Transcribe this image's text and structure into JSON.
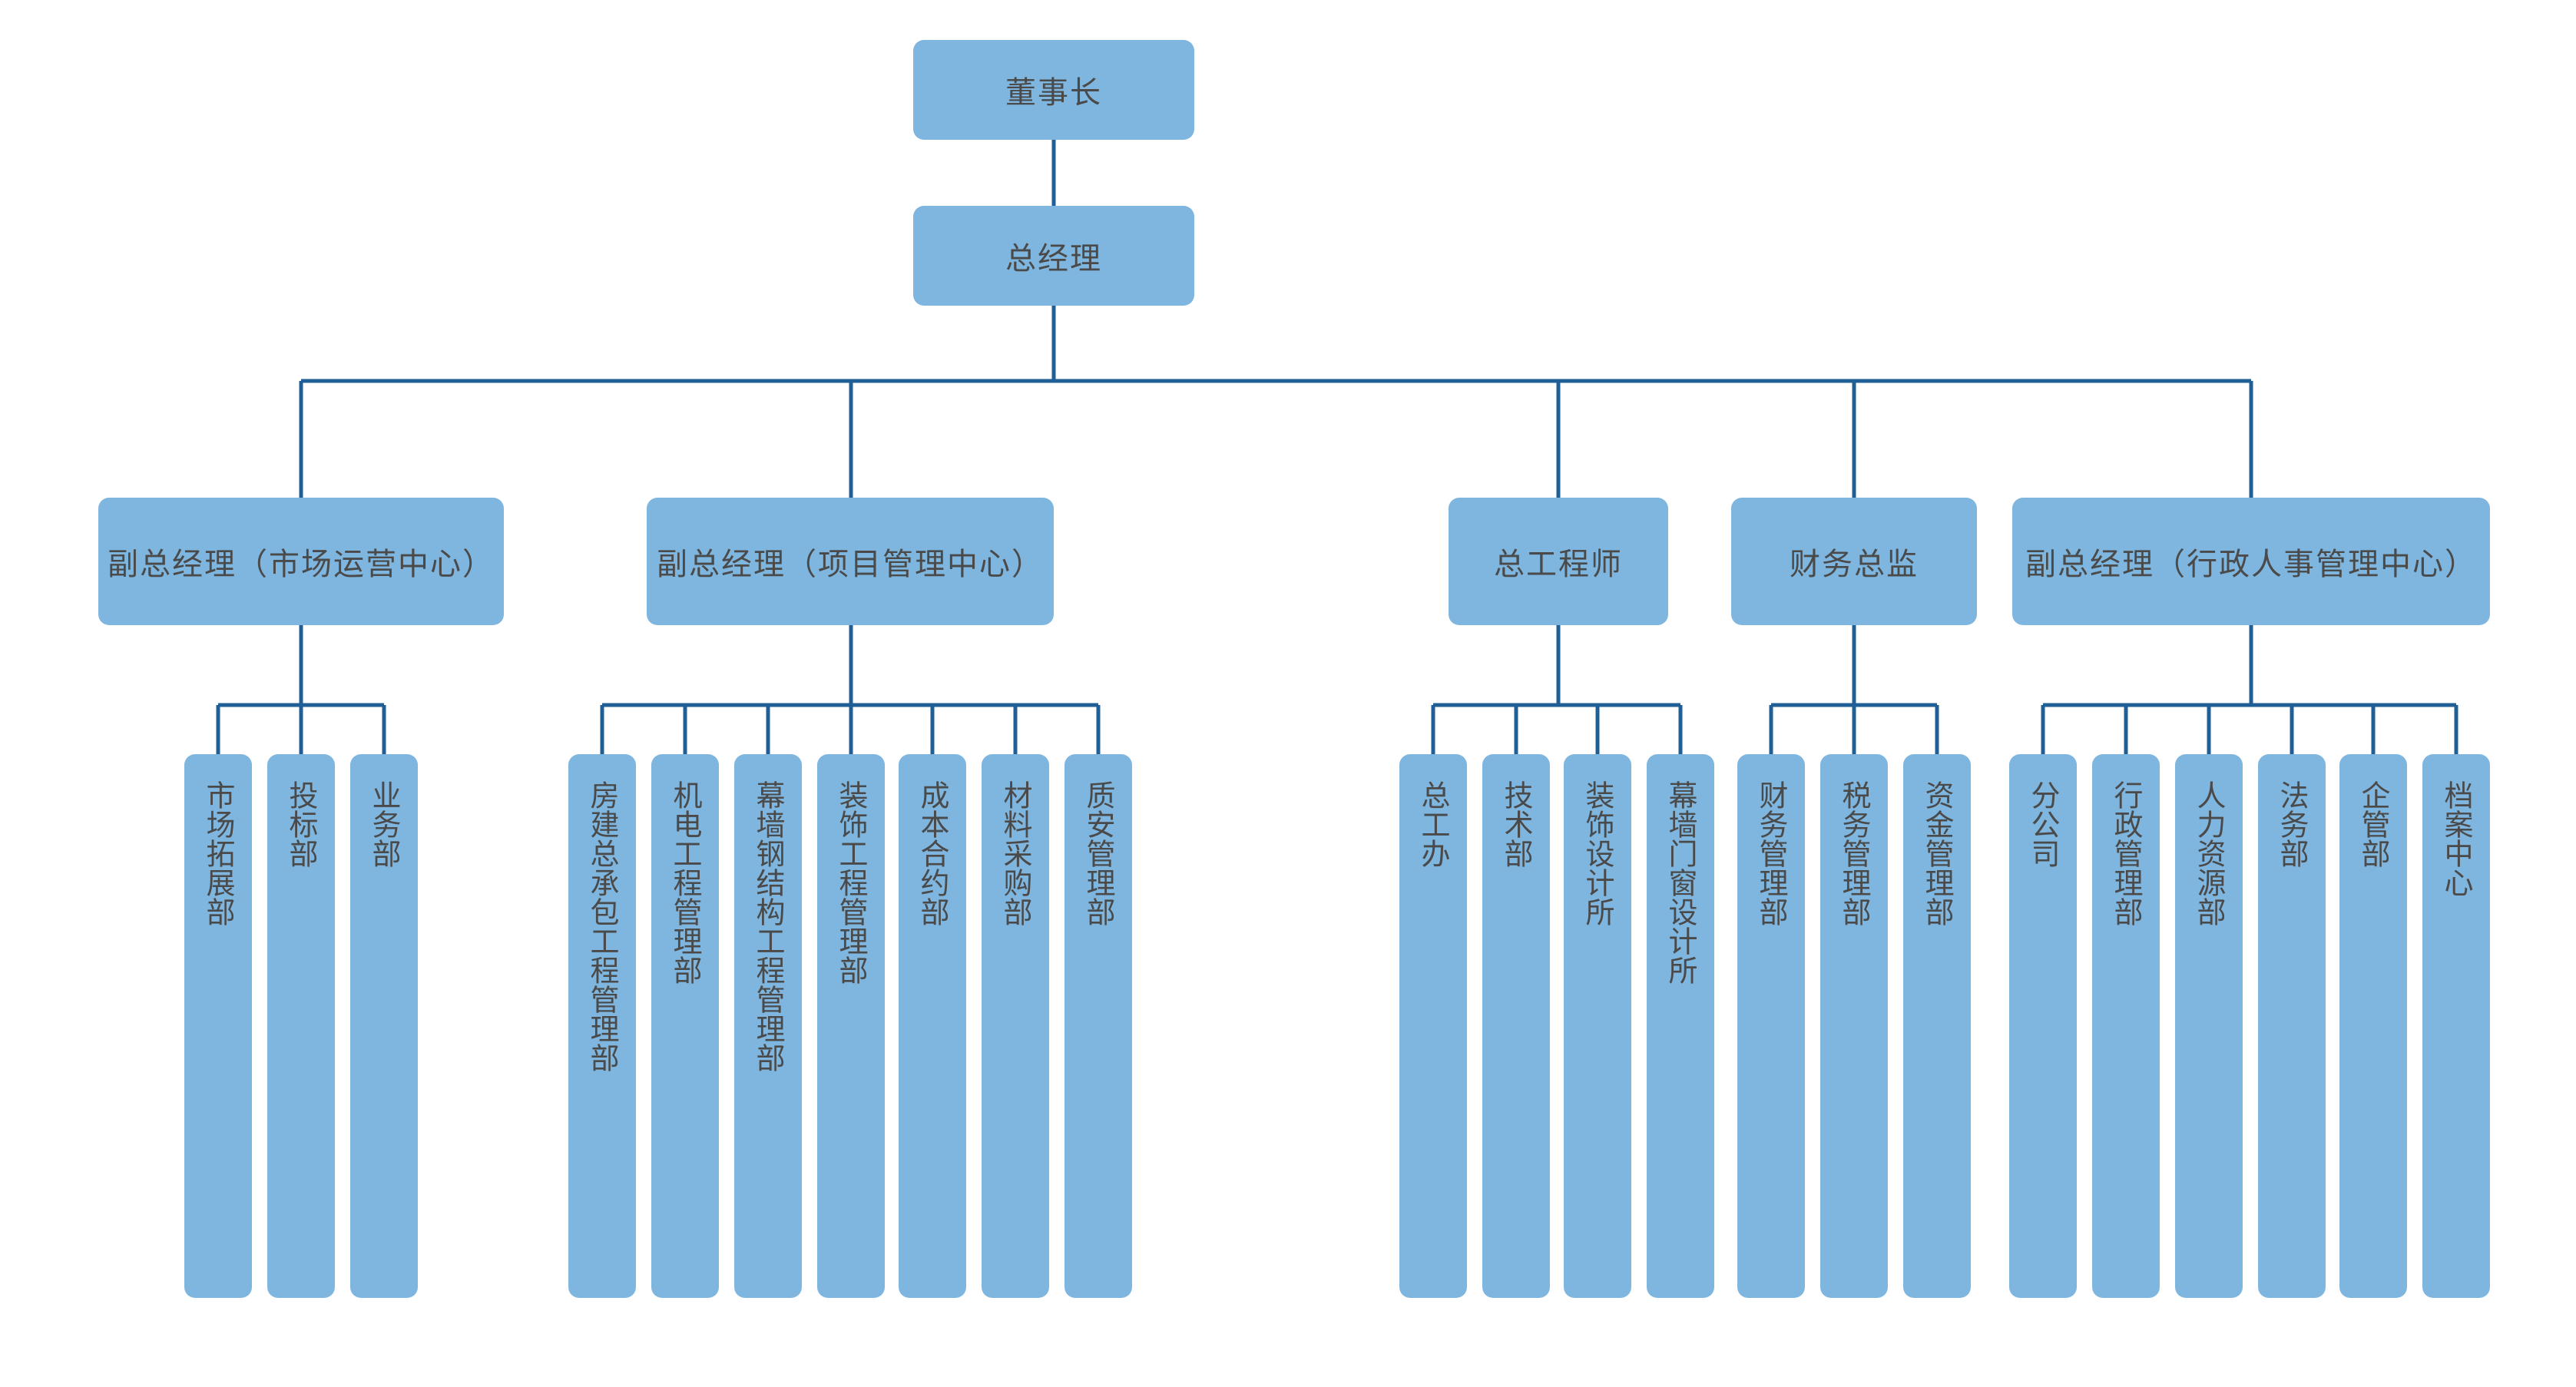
{
  "chart": {
    "chairman": "董事长",
    "general_manager": "总经理",
    "divisions": [
      {
        "title": "副总经理（市场运营中心）",
        "departments": [
          "市场拓展部",
          "投标部",
          "业务部"
        ]
      },
      {
        "title": "副总经理（项目管理中心）",
        "departments": [
          "房建总承包工程管理部",
          "机电工程管理部",
          "幕墙钢结构工程管理部",
          "装饰工程管理部",
          "成本合约部",
          "材料采购部",
          "质安管理部"
        ]
      },
      {
        "title": "总工程师",
        "departments": [
          "总工办",
          "技术部",
          "装饰设计所",
          "幕墙门窗设计所"
        ]
      },
      {
        "title": "财务总监",
        "departments": [
          "财务管理部",
          "税务管理部",
          "资金管理部"
        ]
      },
      {
        "title": "副总经理（行政人事管理中心）",
        "departments": [
          "分公司",
          "行政管理部",
          "人力资源部",
          "法务部",
          "企管部",
          "档案中心"
        ]
      }
    ]
  },
  "colors": {
    "box_fill": "#7fb6df",
    "connector": "#1f5f95",
    "text": "#4a4a4a"
  }
}
